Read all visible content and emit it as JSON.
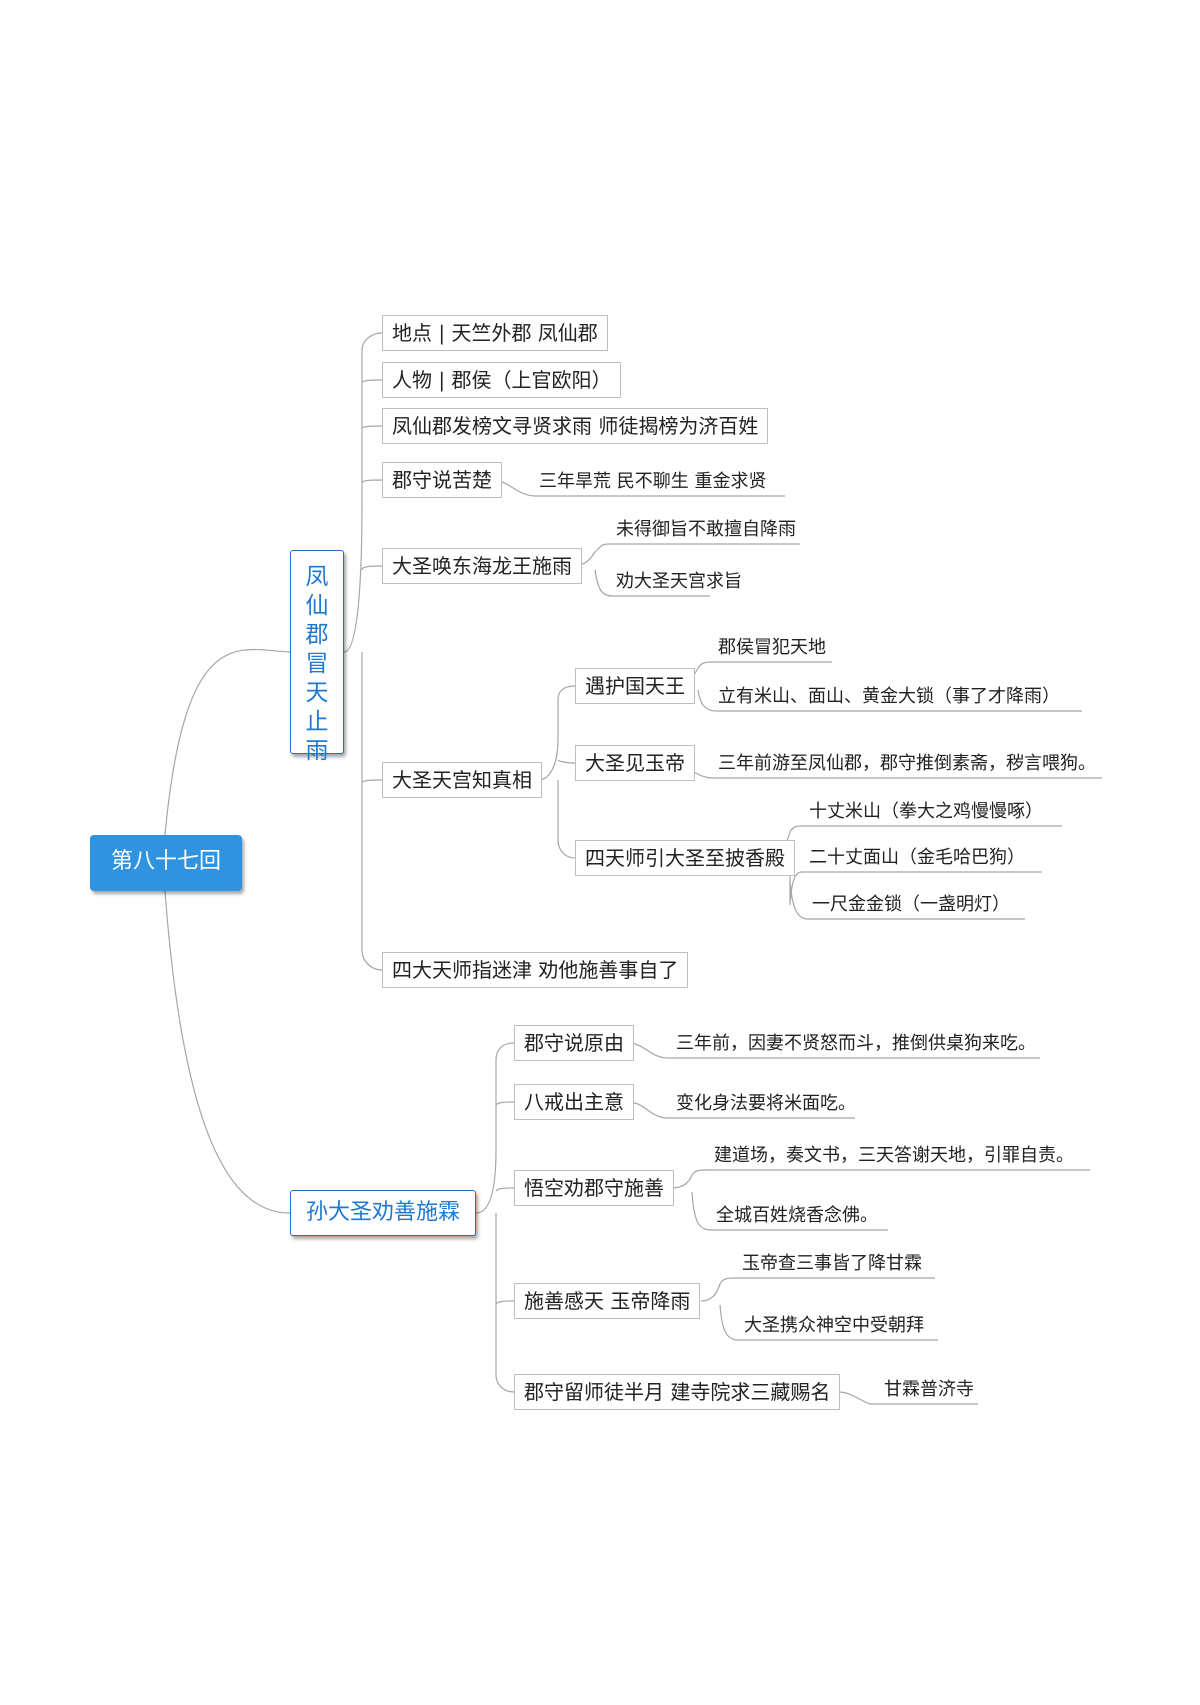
{
  "root": {
    "label": "第八十七回"
  },
  "branch1": {
    "title_chars": [
      "凤",
      "仙",
      "郡",
      "冒",
      "天",
      "止",
      "雨"
    ],
    "items": [
      {
        "label": "地点 | 天竺外郡 凤仙郡"
      },
      {
        "label": "人物 | 郡侯（上官欧阳）"
      },
      {
        "label": "凤仙郡发榜文寻贤求雨 师徒揭榜为济百姓"
      },
      {
        "label": "郡守说苦楚",
        "children": [
          "三年旱荒 民不聊生 重金求贤"
        ]
      },
      {
        "label": "大圣唤东海龙王施雨",
        "children": [
          "未得御旨不敢擅自降雨",
          "劝大圣天宫求旨"
        ]
      },
      {
        "label": "大圣天宫知真相",
        "groups": [
          {
            "label": "遇护国天王",
            "children": [
              "郡侯冒犯天地",
              "立有米山、面山、黄金大锁（事了才降雨）"
            ]
          },
          {
            "label": "大圣见玉帝",
            "children": [
              "三年前游至凤仙郡，郡守推倒素斋，秽言喂狗。"
            ]
          },
          {
            "label": "四天师引大圣至披香殿",
            "children": [
              "十丈米山（拳大之鸡慢慢啄）",
              "二十丈面山（金毛哈巴狗）",
              "一尺金金锁（一盏明灯）"
            ]
          }
        ]
      },
      {
        "label": "四大天师指迷津 劝他施善事自了"
      }
    ]
  },
  "branch2": {
    "title": "孙大圣劝善施霖",
    "items": [
      {
        "label": "郡守说原由",
        "children": [
          "三年前，因妻不贤怒而斗，推倒供桌狗来吃。"
        ]
      },
      {
        "label": "八戒出主意",
        "children": [
          "变化身法要将米面吃。"
        ]
      },
      {
        "label": "悟空劝郡守施善",
        "children": [
          "建道场，奏文书，三天答谢天地，引罪自责。",
          "全城百姓烧香念佛。"
        ]
      },
      {
        "label": "施善感天 玉帝降雨",
        "children": [
          "玉帝查三事皆了降甘霖",
          "大圣携众神空中受朝拜"
        ]
      },
      {
        "label": "郡守留师徒半月 建寺院求三藏赐名",
        "children": [
          "甘霖普济寺"
        ]
      }
    ]
  },
  "colors": {
    "root_fill": "#2f93e0",
    "main_border": "#2c6fb7",
    "main_text": "#1f78d1",
    "line": "#a6a6a6"
  }
}
